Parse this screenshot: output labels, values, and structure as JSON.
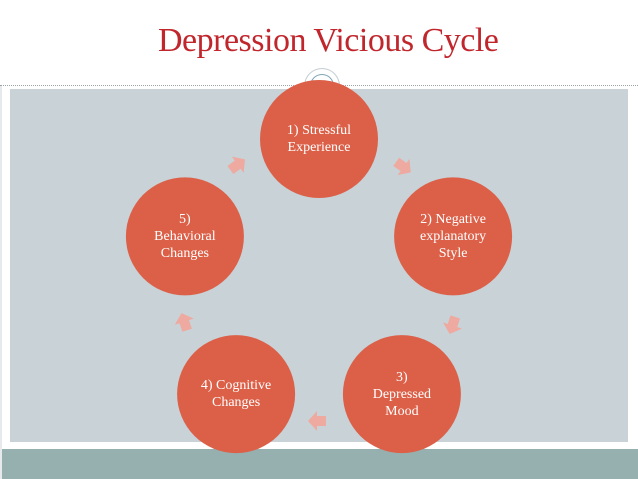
{
  "title": "Depression Vicious Cycle",
  "colors": {
    "node_fill": "#dc6048",
    "arrow_fill": "#eeaaa0",
    "title": "#c0262c",
    "panel": "#c8d2d7",
    "footer": "#96b0b0"
  },
  "cycle": {
    "nodes": [
      {
        "label": "1) Stressful\nExperience"
      },
      {
        "label": "2) Negative\nexplanatory\nStyle"
      },
      {
        "label": "3)\nDepressed\nMood"
      },
      {
        "label": "4) Cognitive\nChanges"
      },
      {
        "label": "5)\nBehavioral\nChanges"
      }
    ]
  }
}
